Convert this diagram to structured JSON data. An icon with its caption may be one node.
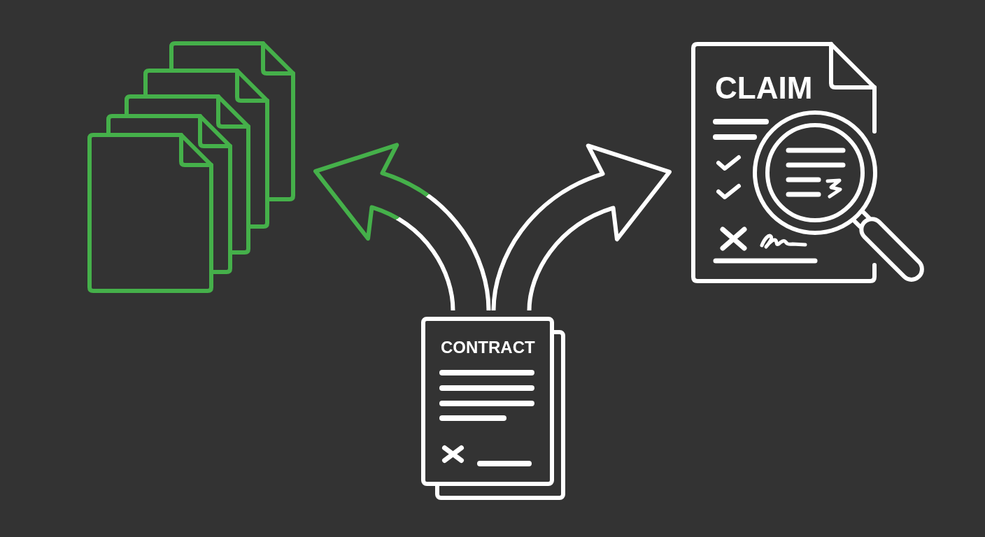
{
  "diagram": {
    "nodes": [
      {
        "text": [],
        "shape": "picture"
      },
      {
        "text": [
          "CLAIM"
        ]
      },
      {
        "text": [
          "CONTRACT"
        ]
      }
    ],
    "edges": [
      {
        "from": 2,
        "to": 0,
        "arrow": "to",
        "color": "#45b04a"
      },
      {
        "from": 2,
        "to": 1,
        "arrow": "to"
      }
    ]
  }
}
